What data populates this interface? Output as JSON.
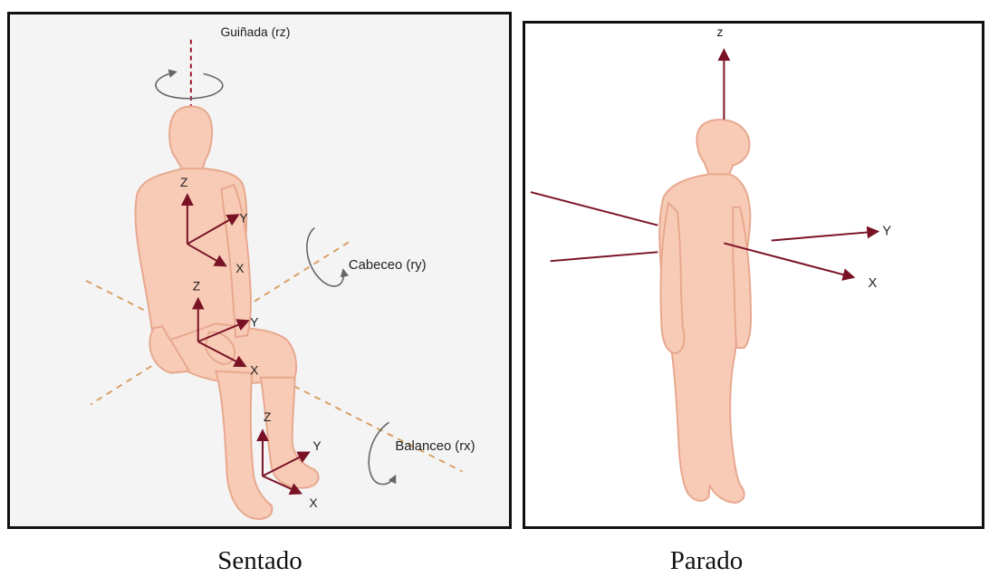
{
  "colors": {
    "skin": "#f8cbb6",
    "skin_outline": "#e7a88e",
    "axis": "#7a1226",
    "dashed_axis": "#d9a066",
    "yaw_axis": "#a0122d",
    "rotation_arrow": "#666666",
    "background_left": "#f4f4f4"
  },
  "left_panel": {
    "caption": "Sentado",
    "rotation_labels": {
      "yaw": "Guiñada (rz)",
      "pitch": "Cabeceo (ry)",
      "roll": "Balanceo  (rx)"
    },
    "frames": [
      {
        "name": "torso",
        "x": "X",
        "y": "Y",
        "z": "Z"
      },
      {
        "name": "seat",
        "x": "X",
        "y": "Y",
        "z": "Z"
      },
      {
        "name": "feet",
        "x": "X",
        "y": "Y",
        "z": "Z"
      }
    ]
  },
  "right_panel": {
    "caption": "Parado",
    "axes": {
      "z": "z",
      "y": "Y",
      "x": "X"
    }
  }
}
